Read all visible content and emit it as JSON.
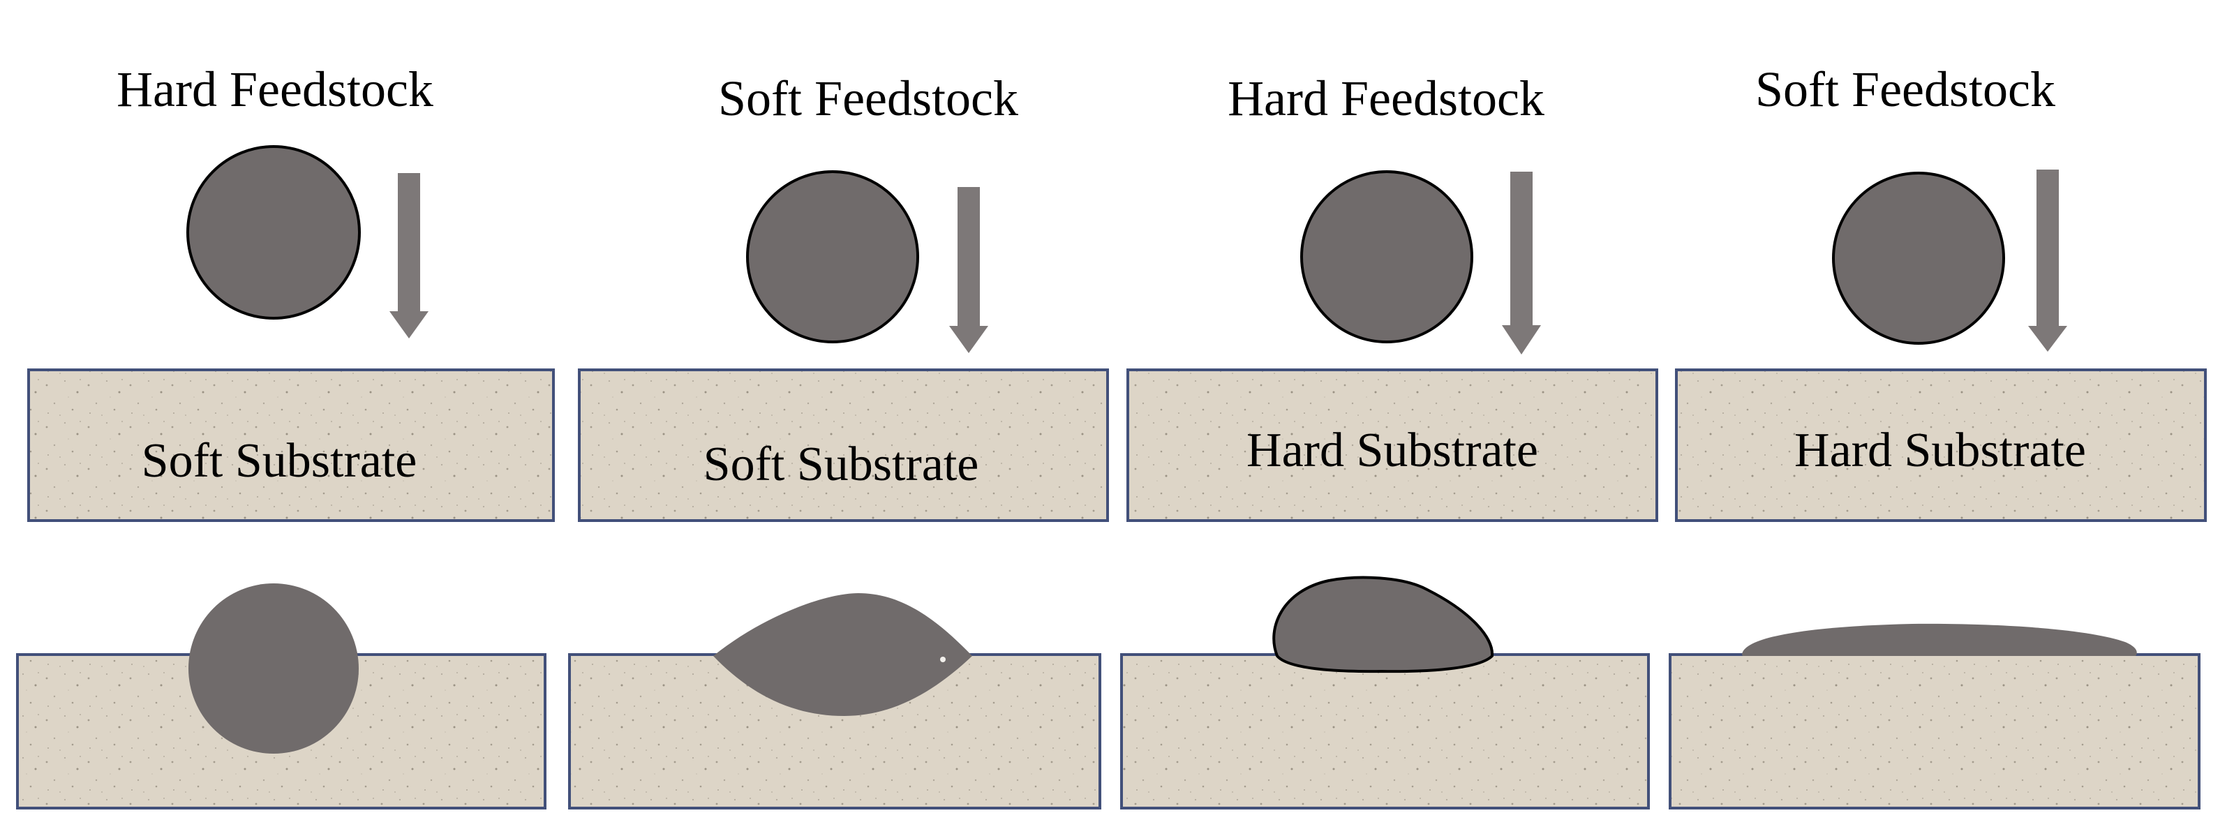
{
  "panels": [
    {
      "feedstock_label": "Hard Feedstock",
      "substrate_label": "Soft Substrate",
      "outcome": "particle-embedded"
    },
    {
      "feedstock_label": "Soft Feedstock",
      "substrate_label": "Soft Substrate",
      "outcome": "both-deformed"
    },
    {
      "feedstock_label": "Hard Feedstock",
      "substrate_label": "Hard Substrate",
      "outcome": "particle-on-surface"
    },
    {
      "feedstock_label": "Soft Feedstock",
      "substrate_label": "Hard Substrate",
      "outcome": "particle-flattened"
    }
  ],
  "colors": {
    "particle": "#706b6b",
    "arrow": "#7d7878",
    "substrate_fill": "#ddd5c7",
    "substrate_border": "#42507a",
    "speckle": "#a49c8e"
  }
}
